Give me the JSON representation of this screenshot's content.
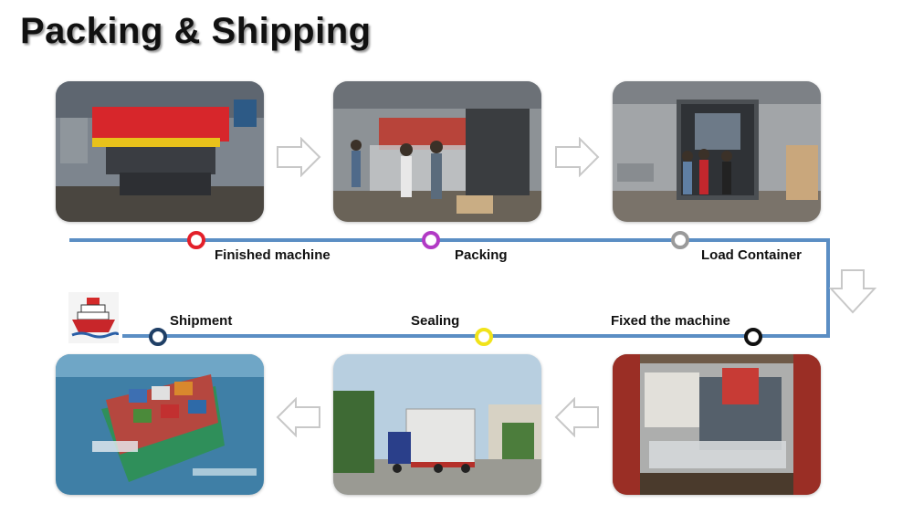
{
  "title": "Packing & Shipping",
  "steps": [
    {
      "label": "Finished machine",
      "color": "#e3202a"
    },
    {
      "label": "Packing",
      "color": "#b23ac5"
    },
    {
      "label": "Load Container",
      "color": "#9a9a9a"
    },
    {
      "label": "Fixed the machine",
      "color": "#111111"
    },
    {
      "label": "Sealing",
      "color": "#f1e31a"
    },
    {
      "label": "Shipment",
      "color": "#1f3f66"
    }
  ],
  "colors": {
    "flow_line": "#5b8ec4",
    "arrow_outline": "#c8c8c8"
  },
  "icons": [
    "right-arrow-icon",
    "down-arrow-icon",
    "left-arrow-icon",
    "ship-icon"
  ]
}
